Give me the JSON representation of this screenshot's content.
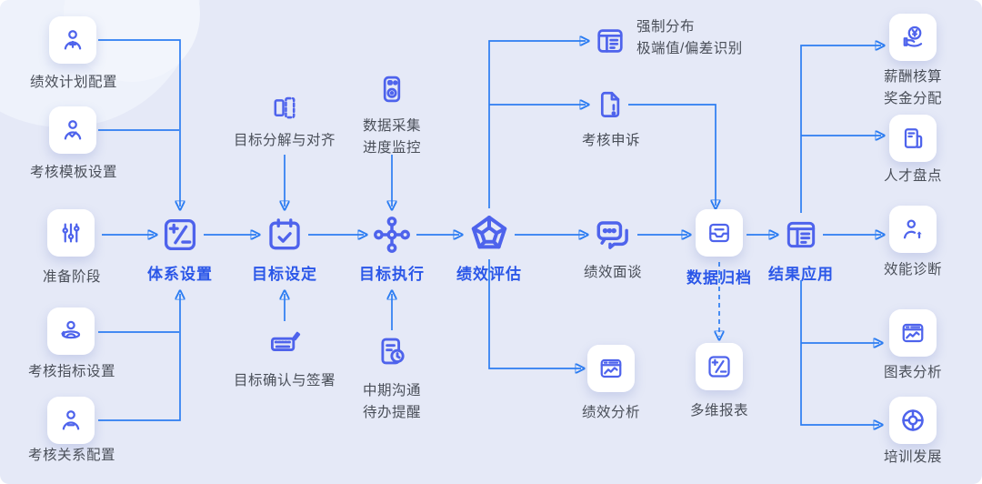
{
  "colors": {
    "background": "#e5e9f7",
    "card": "#ffffff",
    "icon": "#4e63ec",
    "arrow": "#2c7df2",
    "main_label": "#2b57e8",
    "text": "#4a4f59"
  },
  "left_column": [
    {
      "label": "绩效计划配置",
      "icon": "user-plus"
    },
    {
      "label": "考核模板设置",
      "icon": "user-check"
    },
    {
      "label": "准备阶段",
      "icon": "sliders"
    },
    {
      "label": "考核指标设置",
      "icon": "user-orbit"
    },
    {
      "label": "考核关系配置",
      "icon": "user-minus"
    }
  ],
  "main_flow": [
    {
      "label": "体系设置",
      "icon": "adjust-square"
    },
    {
      "label": "目标设定",
      "icon": "calendar-check"
    },
    {
      "label": "目标执行",
      "icon": "move-cross"
    },
    {
      "label": "绩效评估",
      "icon": "pentagon-radar"
    },
    {
      "label": "绩效面谈",
      "icon": "chat-bubbles"
    },
    {
      "label": "数据归档",
      "icon": "archive-box"
    },
    {
      "label": "结果应用",
      "icon": "table-list"
    }
  ],
  "satellites": {
    "goal_breakdown": {
      "label": "目标分解与对齐",
      "icon": "split-rect"
    },
    "data_collection": {
      "label_lines": [
        "数据采集",
        "进度监控"
      ],
      "icon": "device-dots"
    },
    "goal_confirm": {
      "label": "目标确认与签署",
      "icon": "keyboard-sign"
    },
    "mid_comm": {
      "label_lines": [
        "中期沟通",
        "待办提醒"
      ],
      "icon": "doc-alarm"
    },
    "forced_dist": {
      "label_lines": [
        "强制分布",
        "极端值/偏差识别"
      ],
      "icon": "table-list"
    },
    "appeal": {
      "label": "考核申诉",
      "icon": "doc-alert"
    },
    "perf_analysis": {
      "label": "绩效分析",
      "icon": "browser-chart"
    },
    "multi_report": {
      "label": "多维报表",
      "icon": "adjust-square"
    }
  },
  "right_column": [
    {
      "label_lines": [
        "薪酬核算",
        "奖金分配"
      ],
      "icon": "money-hand"
    },
    {
      "label": "人才盘点",
      "icon": "news-doc"
    },
    {
      "label": "效能诊断",
      "icon": "user-arrow-up"
    },
    {
      "label": "图表分析",
      "icon": "browser-chart"
    },
    {
      "label": "培训发展",
      "icon": "target"
    }
  ]
}
